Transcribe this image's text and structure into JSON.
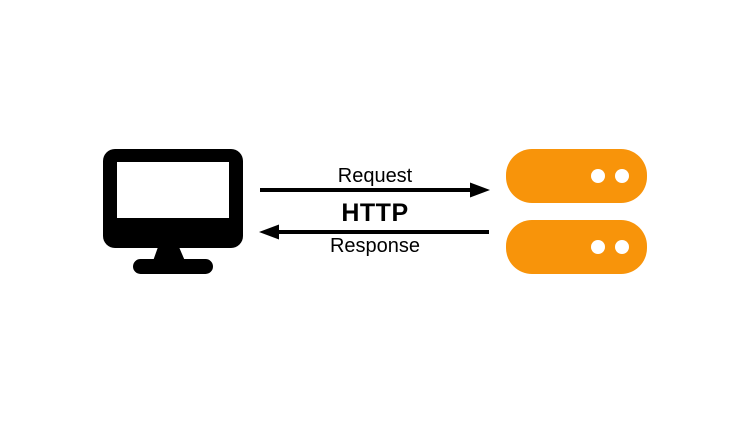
{
  "diagram": {
    "type": "client-server-communication",
    "labels": {
      "protocol": "HTTP",
      "request": "Request",
      "response": "Response"
    },
    "nodes": {
      "client": {
        "icon": "desktop-computer-icon"
      },
      "servers": [
        {
          "icon": "server-icon",
          "leds": 2
        },
        {
          "icon": "server-icon",
          "leds": 2
        }
      ]
    },
    "arrows": [
      {
        "direction": "right",
        "label": "Request",
        "from": "client",
        "to": "servers"
      },
      {
        "direction": "left",
        "label": "Response",
        "from": "servers",
        "to": "client"
      }
    ],
    "colors": {
      "background": "#ffffff",
      "foreground": "#000000",
      "server_orange": "#F8940A"
    }
  }
}
